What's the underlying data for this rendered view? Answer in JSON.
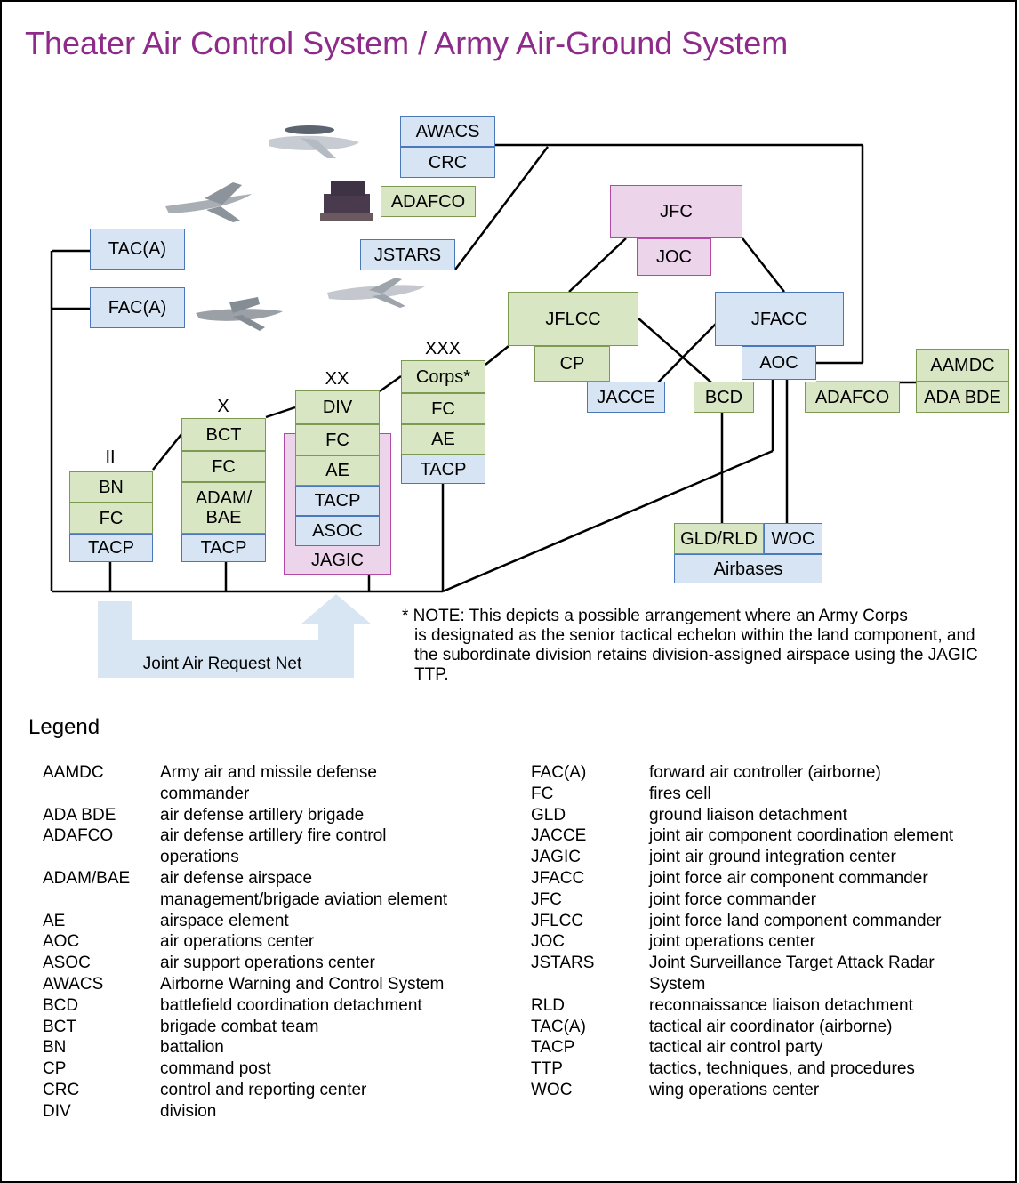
{
  "title": "Theater Air Control System / Army Air-Ground System",
  "colors": {
    "title": "#8e2b8a",
    "army_box": "#d9e6c4",
    "air_box": "#d7e4f3",
    "joint_box": "#ecd5ea",
    "request_arrow": "#d8e5f3"
  },
  "air": {
    "awacs": "AWACS",
    "crc": "CRC",
    "adafco": "ADAFCO",
    "jstars": "JSTARS",
    "taca": "TAC(A)",
    "faca": "FAC(A)"
  },
  "joint": {
    "jfc": "JFC",
    "joc": "JOC",
    "jflcc": "JFLCC",
    "cp": "CP",
    "jacce": "JACCE",
    "bcd": "BCD",
    "jfacc": "JFACC",
    "aoc": "AOC",
    "adafco": "ADAFCO",
    "aamdc": "AAMDC",
    "ada_bde": "ADA BDE",
    "gld_rld": "GLD/RLD",
    "woc": "WOC",
    "airbases": "Airbases"
  },
  "echelons": {
    "bn": {
      "symbol": "II",
      "cells": [
        "BN",
        "FC",
        "TACP"
      ]
    },
    "bct": {
      "symbol": "X",
      "cells": [
        "BCT",
        "FC",
        "ADAM/\nBAE",
        "TACP"
      ]
    },
    "div": {
      "symbol": "XX",
      "cells": [
        "DIV",
        "FC",
        "AE",
        "TACP",
        "ASOC"
      ],
      "jagic": "JAGIC"
    },
    "corps": {
      "symbol": "XXX",
      "cells": [
        "Corps*",
        "FC",
        "AE",
        "TACP"
      ]
    }
  },
  "request_net": "Joint Air Request Net",
  "note": {
    "lead": "* NOTE: This depicts a possible arrangement where an Army Corps",
    "rest": "is designated as the senior tactical echelon within the land component, and the subordinate division retains division-assigned airspace using the JAGIC TTP."
  },
  "legend": {
    "title": "Legend",
    "left": [
      {
        "abbr": "AAMDC",
        "def": "Army air and missile defense\ncommander"
      },
      {
        "abbr": "ADA BDE",
        "def": "air defense artillery brigade"
      },
      {
        "abbr": "ADAFCO",
        "def": "air defense artillery fire control\noperations"
      },
      {
        "abbr": "ADAM/BAE",
        "def": "air defense airspace\nmanagement/brigade aviation element"
      },
      {
        "abbr": "AE",
        "def": "airspace element"
      },
      {
        "abbr": "AOC",
        "def": "air operations center"
      },
      {
        "abbr": "ASOC",
        "def": "air support operations center"
      },
      {
        "abbr": "AWACS",
        "def": "Airborne Warning and Control System"
      },
      {
        "abbr": "BCD",
        "def": "battlefield coordination detachment"
      },
      {
        "abbr": "BCT",
        "def": "brigade combat team"
      },
      {
        "abbr": "BN",
        "def": "battalion"
      },
      {
        "abbr": "CP",
        "def": "command post"
      },
      {
        "abbr": "CRC",
        "def": "control and reporting center"
      },
      {
        "abbr": "DIV",
        "def": "division"
      }
    ],
    "right": [
      {
        "abbr": "FAC(A)",
        "def": "forward air controller (airborne)"
      },
      {
        "abbr": "FC",
        "def": "fires cell"
      },
      {
        "abbr": "GLD",
        "def": "ground liaison detachment"
      },
      {
        "abbr": "JACCE",
        "def": "joint air component coordination element"
      },
      {
        "abbr": "JAGIC",
        "def": "joint air ground integration center"
      },
      {
        "abbr": "JFACC",
        "def": "joint force air component commander"
      },
      {
        "abbr": "JFC",
        "def": "joint force commander"
      },
      {
        "abbr": "JFLCC",
        "def": "joint force land component commander"
      },
      {
        "abbr": "JOC",
        "def": "joint operations center"
      },
      {
        "abbr": "JSTARS",
        "def": "Joint Surveillance Target Attack Radar\nSystem"
      },
      {
        "abbr": "RLD",
        "def": "reconnaissance liaison detachment"
      },
      {
        "abbr": "TAC(A)",
        "def": "tactical air coordinator (airborne)"
      },
      {
        "abbr": "TACP",
        "def": "tactical air control party"
      },
      {
        "abbr": "TTP",
        "def": "tactics, techniques, and procedures"
      },
      {
        "abbr": "WOC",
        "def": "wing operations center"
      }
    ]
  }
}
